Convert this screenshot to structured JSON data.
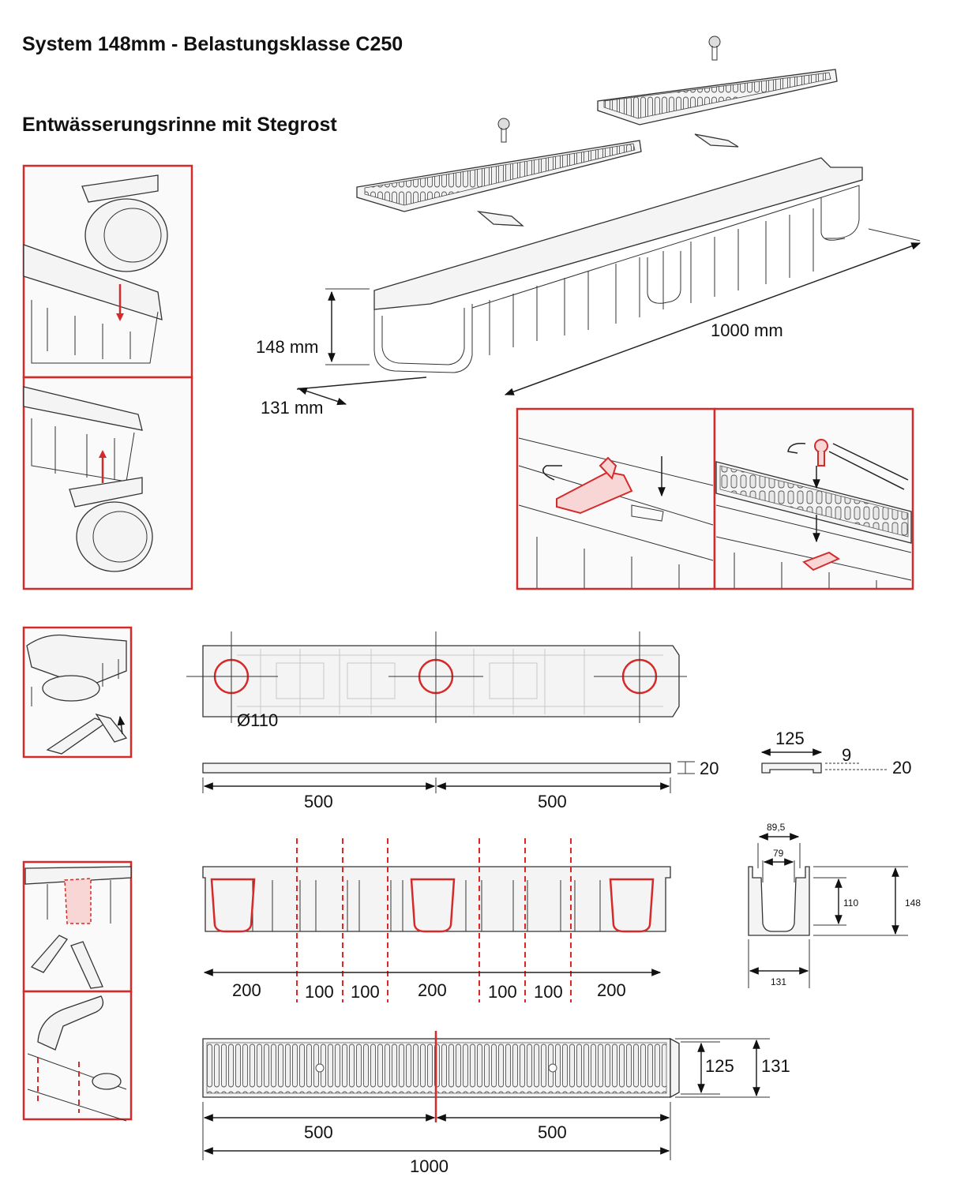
{
  "header": {
    "title": "System 148mm - Belastungsklasse C250",
    "subtitle": "Entwässerungsrinne mit Stegrost"
  },
  "main_view": {
    "height_label": "148 mm",
    "width_label": "131 mm",
    "length_label": "1000 mm"
  },
  "top_view": {
    "outlet_label": "Ø110"
  },
  "grate_side": {
    "left_label": "500",
    "right_label": "500",
    "thickness_label": "20"
  },
  "grate_section": {
    "width_label": "125",
    "inset_label": "9",
    "height_label": "20"
  },
  "side_view": {
    "segments": [
      "200",
      "100",
      "100",
      "200",
      "100",
      "100",
      "200"
    ]
  },
  "cross_section": {
    "top_width": "89,5",
    "inner_width": "79",
    "inner_height": "110",
    "total_height": "148",
    "bottom_width": "131"
  },
  "grate_top": {
    "left_label": "500",
    "right_label": "500",
    "total_label": "1000",
    "inner_width": "125",
    "outer_width": "131"
  },
  "colors": {
    "accent": "#d42a2a",
    "line": "#222222"
  }
}
